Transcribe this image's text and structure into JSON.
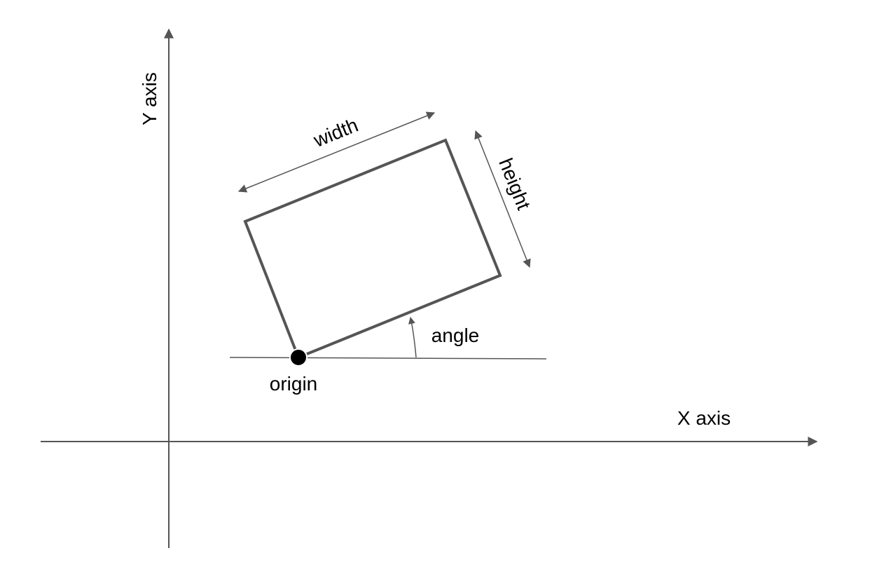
{
  "labels": {
    "y_axis": "Y axis",
    "x_axis": "X axis",
    "width": "width",
    "height": "height",
    "angle": "angle",
    "origin": "origin"
  },
  "colors": {
    "stroke": "#555555",
    "text": "#000000",
    "origin_dot": "#000000"
  }
}
